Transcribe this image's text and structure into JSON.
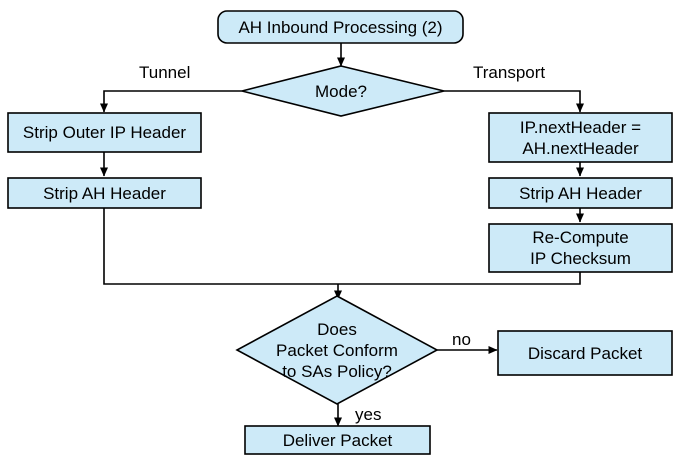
{
  "diagram": {
    "title": "AH Inbound Processing (2)",
    "fill_color": "#cdeaf8",
    "stroke_color": "#000000",
    "text_color": "#000000",
    "background_color": "#ffffff"
  },
  "nodes": {
    "start": {
      "label": "AH Inbound Processing (2)",
      "shape": "rounded-rectangle"
    },
    "mode_decision": {
      "label": "Mode?",
      "shape": "diamond"
    },
    "strip_outer_ip_header": {
      "label": "Strip Outer IP Header",
      "shape": "rectangle"
    },
    "strip_ah_header_tunnel": {
      "label": "Strip AH Header",
      "shape": "rectangle"
    },
    "set_next_header": {
      "label": "IP.nextHeader =\nAH.nextHeader",
      "shape": "rectangle"
    },
    "strip_ah_header_transport": {
      "label": "Strip AH Header",
      "shape": "rectangle"
    },
    "recompute_checksum": {
      "label": "Re-Compute\nIP Checksum",
      "shape": "rectangle"
    },
    "policy_decision": {
      "label": "Does\nPacket Conform\nto SAs Policy?",
      "shape": "diamond"
    },
    "discard_packet": {
      "label": "Discard Packet",
      "shape": "rectangle"
    },
    "deliver_packet": {
      "label": "Deliver Packet",
      "shape": "rectangle"
    }
  },
  "edge_labels": {
    "tunnel": "Tunnel",
    "transport": "Transport",
    "no": "no",
    "yes": "yes"
  }
}
